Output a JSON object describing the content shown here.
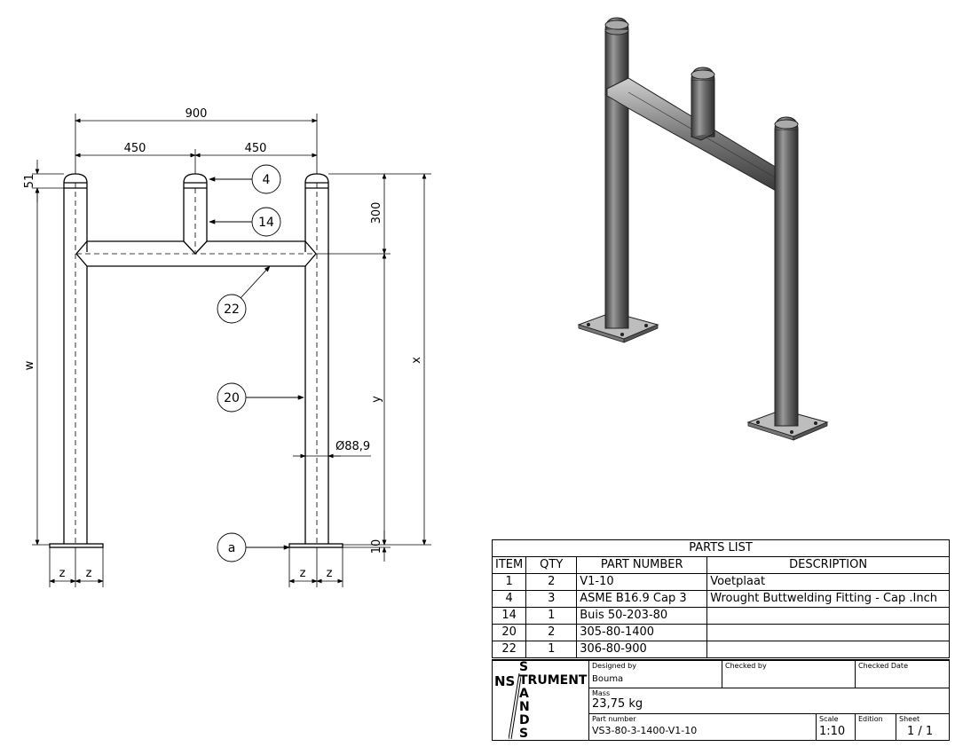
{
  "dimensions": {
    "overall_width": "900",
    "half_left": "450",
    "half_right": "450",
    "cap_height": "51",
    "stub_height": "300",
    "height_w": "w",
    "height_x": "x",
    "height_y": "y",
    "diameter": "Ø88,9",
    "plate_thickness": "10",
    "z1": "z",
    "z2": "z",
    "z3": "z",
    "z4": "z"
  },
  "callouts": [
    {
      "label": "4"
    },
    {
      "label": "14"
    },
    {
      "label": "22"
    },
    {
      "label": "20"
    },
    {
      "label": "a"
    }
  ],
  "parts_list": {
    "title": "PARTS LIST",
    "headers": [
      "ITEM",
      "QTY",
      "PART NUMBER",
      "DESCRIPTION"
    ],
    "rows": [
      {
        "item": "1",
        "qty": "2",
        "part_number": "V1-10",
        "description": "Voetplaat"
      },
      {
        "item": "4",
        "qty": "3",
        "part_number": "ASME B16.9 Cap 3",
        "description": "Wrought Buttwelding Fitting - Cap .Inch"
      },
      {
        "item": "14",
        "qty": "1",
        "part_number": "Buis 50-203-80",
        "description": ""
      },
      {
        "item": "20",
        "qty": "2",
        "part_number": "305-80-1400",
        "description": ""
      },
      {
        "item": "22",
        "qty": "1",
        "part_number": "306-80-900",
        "description": ""
      }
    ]
  },
  "title_block": {
    "logo_ns": "NS",
    "logo_letters": [
      "S",
      "TRUMENT",
      "A",
      "N",
      "D",
      "S"
    ],
    "designed_by_label": "Designed by",
    "designed_by": "Bouma",
    "checked_by_label": "Checked by",
    "checked_date_label": "Checked Date",
    "mass_label": "Mass",
    "mass": "23,75 kg",
    "part_number_label": "Part number",
    "part_number": "VS3-80-3-1400-V1-10",
    "scale_label": "Scale",
    "scale": "1:10",
    "edition_label": "Edition",
    "sheet_label": "Sheet",
    "sheet": "1 / 1"
  },
  "colors": {
    "line": "#000000",
    "steel_dark": "#4a4a4a",
    "steel_light": "#b8b8b8"
  }
}
